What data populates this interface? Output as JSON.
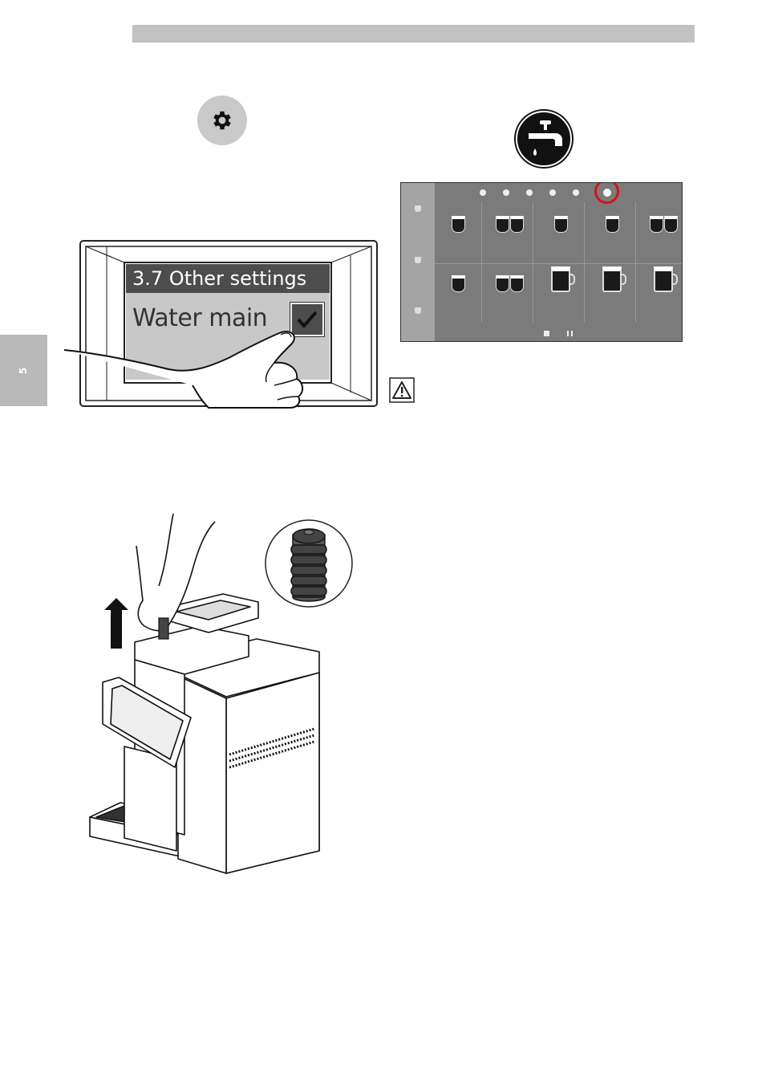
{
  "sidebar": {
    "chapter": "5"
  },
  "settings_panel": {
    "title": "3.7  Other settings",
    "option_label": "Water main",
    "option_checked": true
  },
  "icons": {
    "settings": "gear-icon",
    "water": "water-tap-icon",
    "warning": "warning-triangle-icon",
    "arrow": "arrow-up-icon"
  },
  "colors": {
    "header_bar": "#c2c2c2",
    "highlight": "#d3131b",
    "panel_title": "#4d4d4d"
  },
  "drink_menu": {
    "drinks": [
      {
        "cups": "cup",
        "count": 1
      },
      {
        "cups": "cup",
        "count": 2
      },
      {
        "cups": "cup",
        "count": 1
      },
      {
        "cups": "cup",
        "count": 1
      },
      {
        "cups": "cup",
        "count": 2
      },
      {
        "cups": "cup",
        "count": 1
      },
      {
        "cups": "cup",
        "count": 2
      },
      {
        "cups": "mug",
        "count": 1
      },
      {
        "cups": "mug",
        "count": 1
      },
      {
        "cups": "mug",
        "count": 1
      }
    ]
  }
}
